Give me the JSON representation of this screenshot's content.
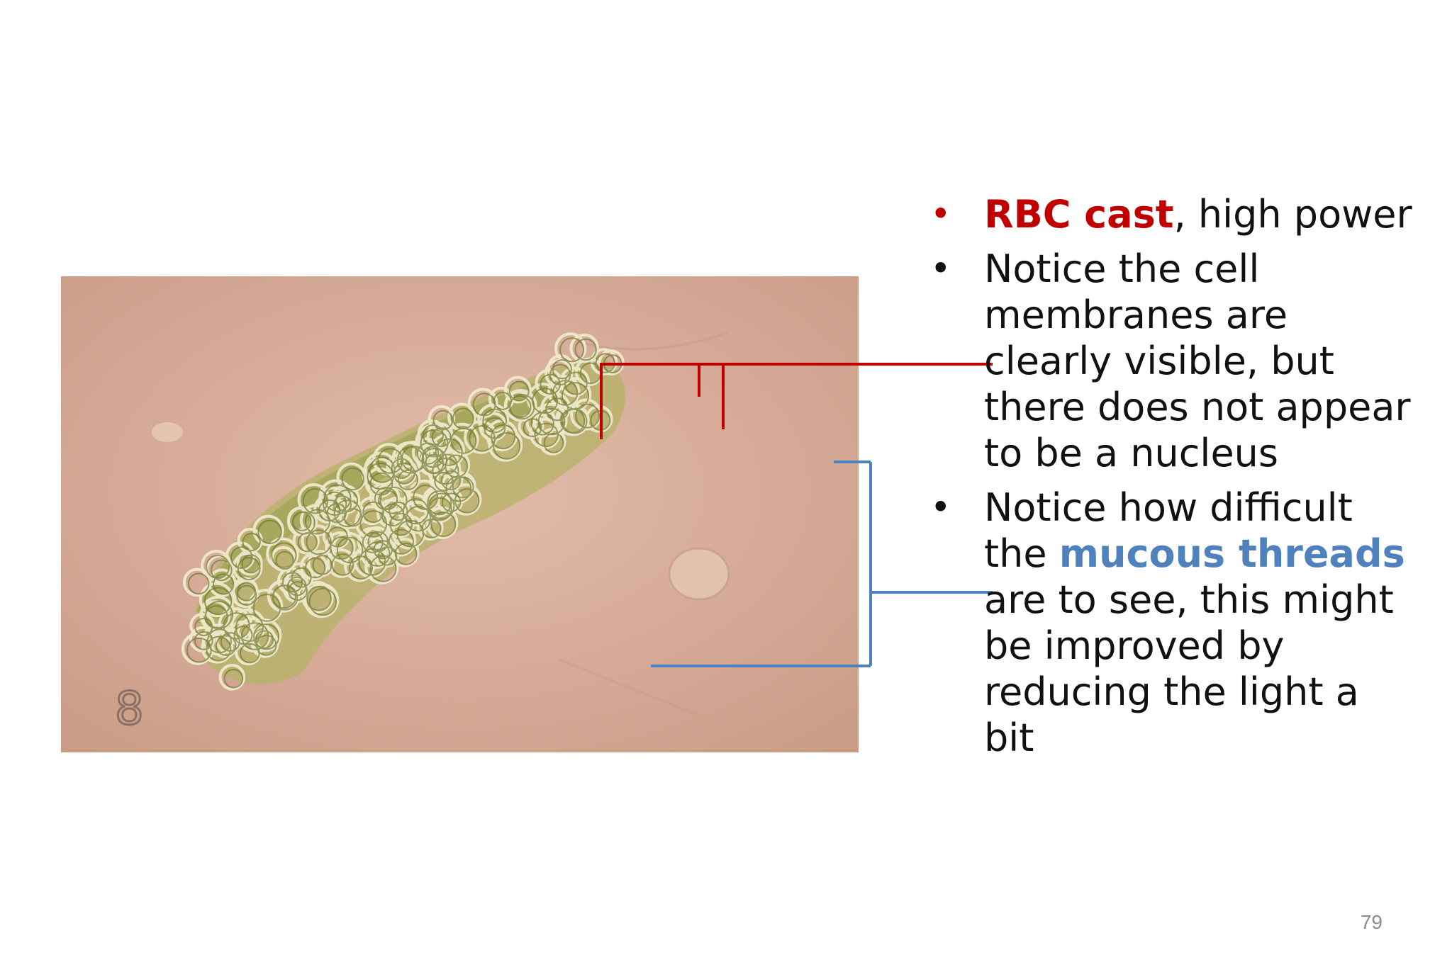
{
  "bullets": [
    {
      "highlight": "RBC cast",
      "text": ", high power"
    },
    {
      "text": "Notice the cell membranes are clearly visible, but there does not appear to be a nucleus"
    },
    {
      "before": "Notice how difficult the ",
      "highlight": "mucous threads",
      "after": " are to see, this might be improved by reducing the light a bit"
    }
  ],
  "micrograph": {
    "label": "8"
  },
  "page_number": "79",
  "colors": {
    "rbc_annotation": "#c00000",
    "mucous_annotation": "#4f81bd",
    "micrograph_background": "#d8ac98"
  }
}
